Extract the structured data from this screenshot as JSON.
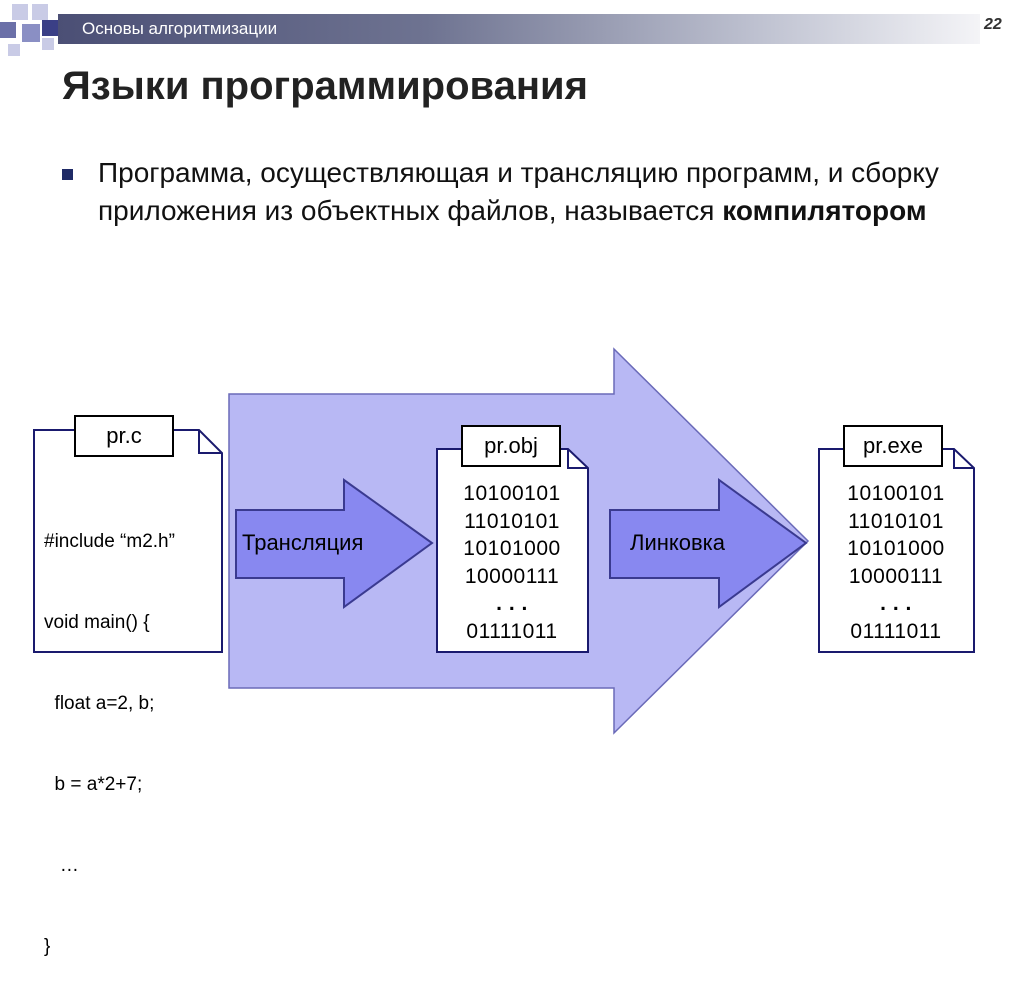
{
  "header": {
    "title": "Основы алгоритмизации",
    "page_number": "22"
  },
  "slide": {
    "title": "Языки программирования",
    "bullet": {
      "text_before": "Программа, осуществляющая и трансляцию программ, и сборку приложения из объектных файлов, называется ",
      "text_bold": "компилятором"
    }
  },
  "diagram": {
    "source_file": {
      "name": "pr.c",
      "lines": [
        "#include “m2.h”",
        "void main() {",
        "  float a=2, b;",
        "  b = a*2+7;",
        "   …",
        "}"
      ]
    },
    "object_file": {
      "name": "pr.obj",
      "lines": [
        "10100101",
        "11010101",
        "10101000",
        "10000111",
        ". . .",
        "01111011"
      ]
    },
    "exe_file": {
      "name": "pr.exe",
      "lines": [
        "10100101",
        "11010101",
        "10101000",
        "10000111",
        ". . .",
        "01111011"
      ]
    },
    "step1_label": "Трансляция",
    "step2_label": "Линковка"
  },
  "colors": {
    "big_arrow_fill": "#b8b8f4",
    "small_arrow_fill": "#8888f0",
    "doc_border": "#1a1a6e"
  }
}
